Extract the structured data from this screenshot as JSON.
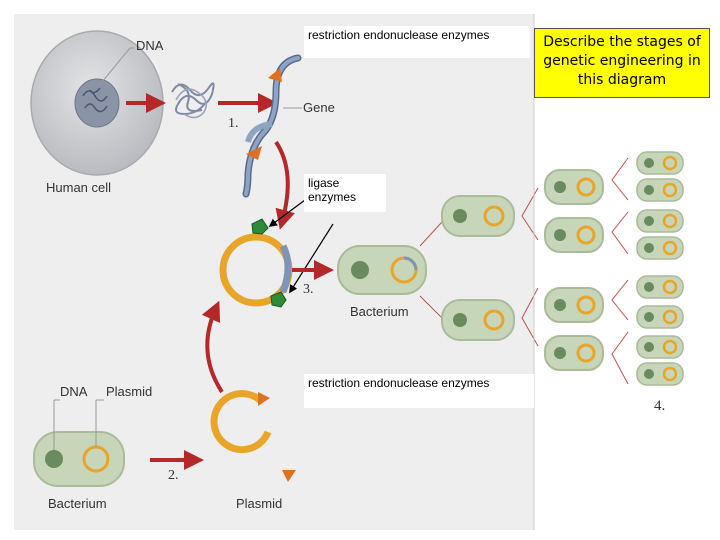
{
  "callouts": {
    "restriction_top": "restriction endonuclease enzymes",
    "ligase": "ligase\nenzymes",
    "restriction_bottom": "restriction endonuclease enzymes"
  },
  "question": "Describe the stages of genetic engineering in this diagram",
  "labels": {
    "dna_top": "DNA",
    "gene": "Gene",
    "human_cell": "Human cell",
    "step1": "1.",
    "step2": "2.",
    "step3": "3.",
    "step4": "4.",
    "bacterium_mid": "Bacterium",
    "dna_bottom": "DNA",
    "plasmid_label": "Plasmid",
    "bacterium_bottom": "Bacterium",
    "plasmid_bottom": "Plasmid"
  },
  "colors": {
    "panel_bg": "#eeeeee",
    "arrow_red": "#b5282a",
    "plasmid_orange": "#e8a52a",
    "gene_blue": "#7f95b5",
    "cell_green": "#c7d6b8",
    "cut_marker": "#e06f1f",
    "ligase_green": "#2f8a3a",
    "question_bg": "#ffff00"
  }
}
